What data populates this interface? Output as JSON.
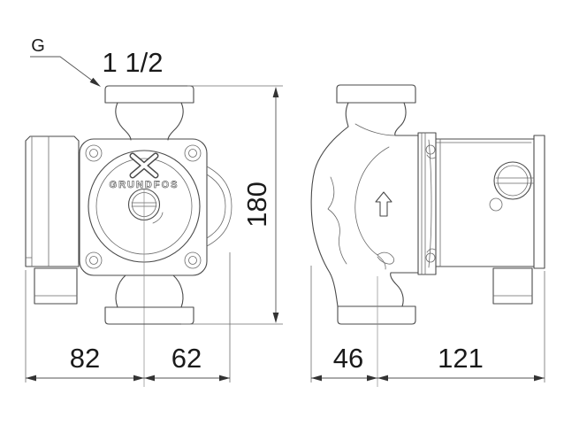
{
  "labels": {
    "thread_designation": {
      "leader": "G",
      "size": "1 1/2"
    },
    "brand": "GRUNDFOS"
  },
  "dimensions": {
    "overall_height": "180",
    "front_view": {
      "left_of_center": "82",
      "right_of_center": "62"
    },
    "side_view": {
      "front_of_center": "46",
      "behind_center": "121"
    }
  },
  "icons": {
    "logo": "grundfos-x-mark",
    "flow_direction": "up-arrow",
    "plug": "slotted-screw-plug"
  },
  "colors": {
    "background": "#ffffff",
    "geometry_line": "#4a4a4a",
    "dimension_line": "#555555",
    "text": "#1a1a1a"
  }
}
